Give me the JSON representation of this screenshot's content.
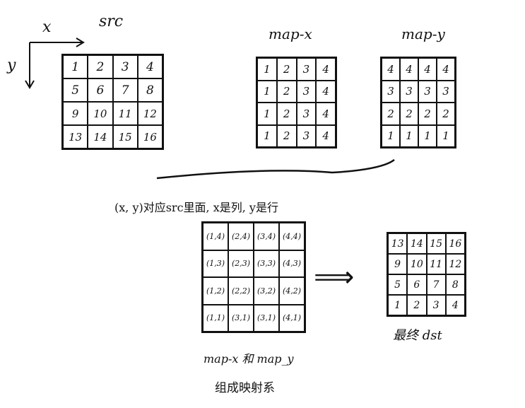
{
  "axes": {
    "x": "x",
    "y": "y"
  },
  "src": {
    "title": "src",
    "cells": [
      "1",
      "2",
      "3",
      "4",
      "5",
      "6",
      "7",
      "8",
      "9",
      "10",
      "11",
      "12",
      "13",
      "14",
      "15",
      "16"
    ]
  },
  "map_x": {
    "title": "map-x",
    "cells": [
      "1",
      "2",
      "3",
      "4",
      "1",
      "2",
      "3",
      "4",
      "1",
      "2",
      "3",
      "4",
      "1",
      "2",
      "3",
      "4"
    ]
  },
  "map_y": {
    "title": "map-y",
    "cells": [
      "4",
      "4",
      "4",
      "4",
      "3",
      "3",
      "3",
      "3",
      "2",
      "2",
      "2",
      "2",
      "1",
      "1",
      "1",
      "1"
    ]
  },
  "note": "(x, y)对应src里面, x是列, y是行",
  "mapping": {
    "cells": [
      "(1,4)",
      "(2,4)",
      "(3,4)",
      "(4,4)",
      "(1,3)",
      "(2,3)",
      "(3,3)",
      "(4,3)",
      "(1,2)",
      "(2,2)",
      "(3,2)",
      "(4,2)",
      "(1,1)",
      "(3,1)",
      "(3,1)",
      "(4,1)"
    ],
    "caption_line1": "map-x 和 map_y",
    "caption_line2": "组成映射系"
  },
  "arrow": "⟹",
  "dst": {
    "title": "最终 dst",
    "cells": [
      "13",
      "14",
      "15",
      "16",
      "9",
      "10",
      "11",
      "12",
      "5",
      "6",
      "7",
      "8",
      "1",
      "2",
      "3",
      "4"
    ]
  }
}
